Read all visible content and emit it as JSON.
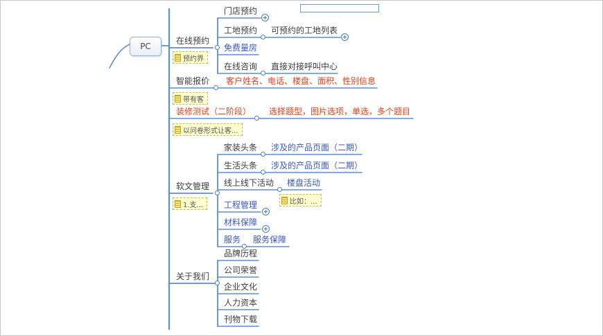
{
  "canvas": {
    "background": "#ffffff",
    "border_color": "#c6c6c6"
  },
  "palette": {
    "branch_line": "#5b8fd6",
    "node_text": "#3d3d3d",
    "link_text": "#3a57c4",
    "alert_text": "#e8401c",
    "note_bg": "#ffffce",
    "note_border": "#cdbb55",
    "root_border": "#8fb2d9"
  },
  "icons": {
    "note": "yellow-sticky-note",
    "expand_plus": "circled-plus",
    "branch_dot": "small-hollow-circle"
  },
  "map": {
    "root": {
      "label": "PC"
    },
    "branches": [
      {
        "label": "在线预约",
        "note": "预约界",
        "children": [
          {
            "label": "门店预约",
            "expand": "plus"
          },
          {
            "label": "工地预约",
            "children": [
              {
                "label": "可预约的工地列表",
                "expand": "plus"
              }
            ]
          },
          {
            "label": "免费量房"
          },
          {
            "label": "在线咨询",
            "children": [
              {
                "label": "直接对接呼叫中心"
              }
            ]
          }
        ]
      },
      {
        "label": "智能报价",
        "note": "带有客",
        "children": [
          {
            "label": "客户姓名、电话、楼盘、面积、性别信息"
          }
        ]
      },
      {
        "label": "装修测试（二阶段）",
        "note": "以问卷形式让客...",
        "children": [
          {
            "label": "选择题型，图片选项，单选，多个题目"
          }
        ]
      },
      {
        "label": "软文管理",
        "note": "1.支...",
        "children": [
          {
            "label": "家装头条",
            "children": [
              {
                "label": "涉及的产品页面（二期）"
              }
            ]
          },
          {
            "label": "生活头条",
            "children": [
              {
                "label": "涉及的产品页面（二期）"
              }
            ]
          },
          {
            "label": "线上线下活动",
            "children": [
              {
                "label": "楼盘活动",
                "note": "比如：..."
              }
            ]
          },
          {
            "label": "工程管理",
            "expand": "plus"
          },
          {
            "label": "材料保障",
            "expand": "plus"
          },
          {
            "label": "服务",
            "children": [
              {
                "label": "服务保障"
              }
            ]
          }
        ]
      },
      {
        "label": "关于我们",
        "children": [
          {
            "label": "品牌历程"
          },
          {
            "label": "公司荣誉"
          },
          {
            "label": "企业文化"
          },
          {
            "label": "人力资本"
          },
          {
            "label": "刊物下载"
          }
        ]
      }
    ]
  }
}
